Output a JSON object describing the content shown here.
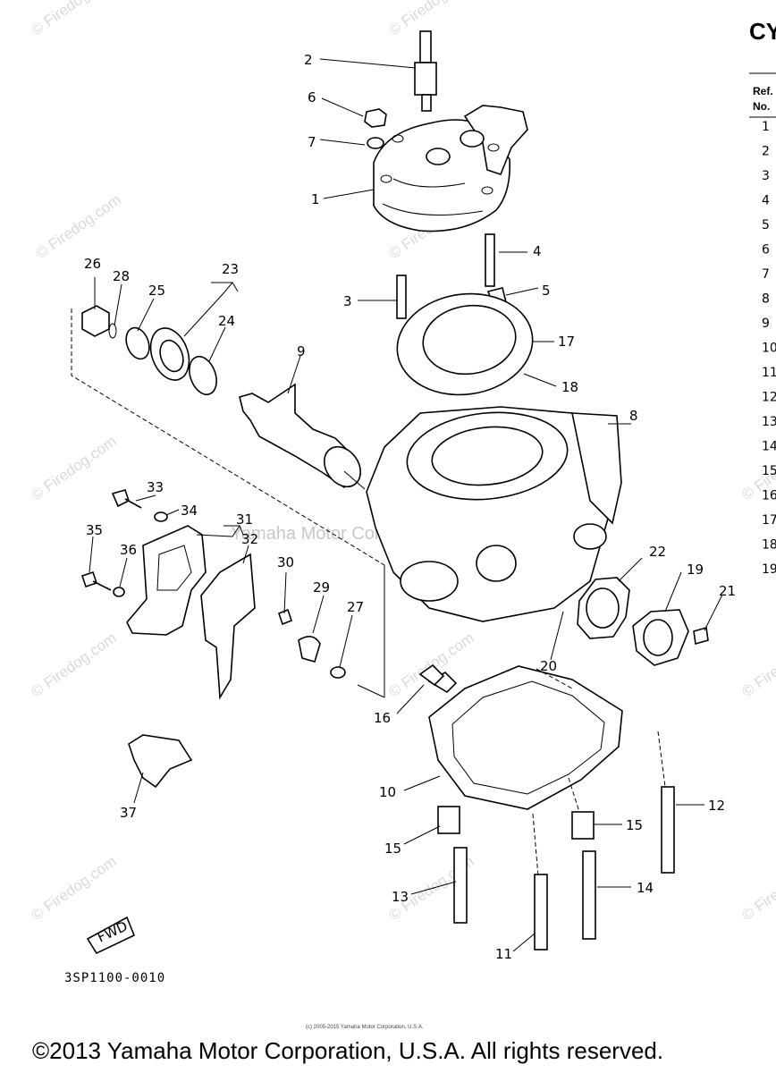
{
  "watermark": {
    "site": "© Firedog.com",
    "center": "Yamaha Motor Corp., U.S.A."
  },
  "sidebar": {
    "heading": "CY",
    "ref_label_1": "Ref.",
    "ref_label_2": "No.",
    "ref_numbers": [
      "1",
      "2",
      "3",
      "4",
      "5",
      "6",
      "7",
      "8",
      "9",
      "10",
      "11",
      "12",
      "13",
      "14",
      "15",
      "16",
      "17",
      "18",
      "19"
    ]
  },
  "callouts": {
    "c1": "1",
    "c2": "2",
    "c3": "3",
    "c4": "4",
    "c5": "5",
    "c6": "6",
    "c7": "7",
    "c8": "8",
    "c9": "9",
    "c10": "10",
    "c11": "11",
    "c12": "12",
    "c13": "13",
    "c14": "14",
    "c15a": "15",
    "c15b": "15",
    "c16": "16",
    "c17": "17",
    "c18": "18",
    "c19": "19",
    "c20": "20",
    "c21": "21",
    "c22": "22",
    "c23": "23",
    "c24": "24",
    "c25": "25",
    "c26": "26",
    "c27": "27",
    "c28": "28",
    "c29": "29",
    "c30": "30",
    "c31": "31",
    "c32": "32",
    "c33": "33",
    "c34": "34",
    "c35": "35",
    "c36": "36",
    "c37": "37"
  },
  "fwd_label": "FWD",
  "diagram_code": "3SP1100-0010",
  "small_copyright": "(c) 2005-2015 Yamaha Motor Corporation, U.S.A.",
  "copyright": "©2013 Yamaha Motor Corporation, U.S.A. All rights reserved."
}
